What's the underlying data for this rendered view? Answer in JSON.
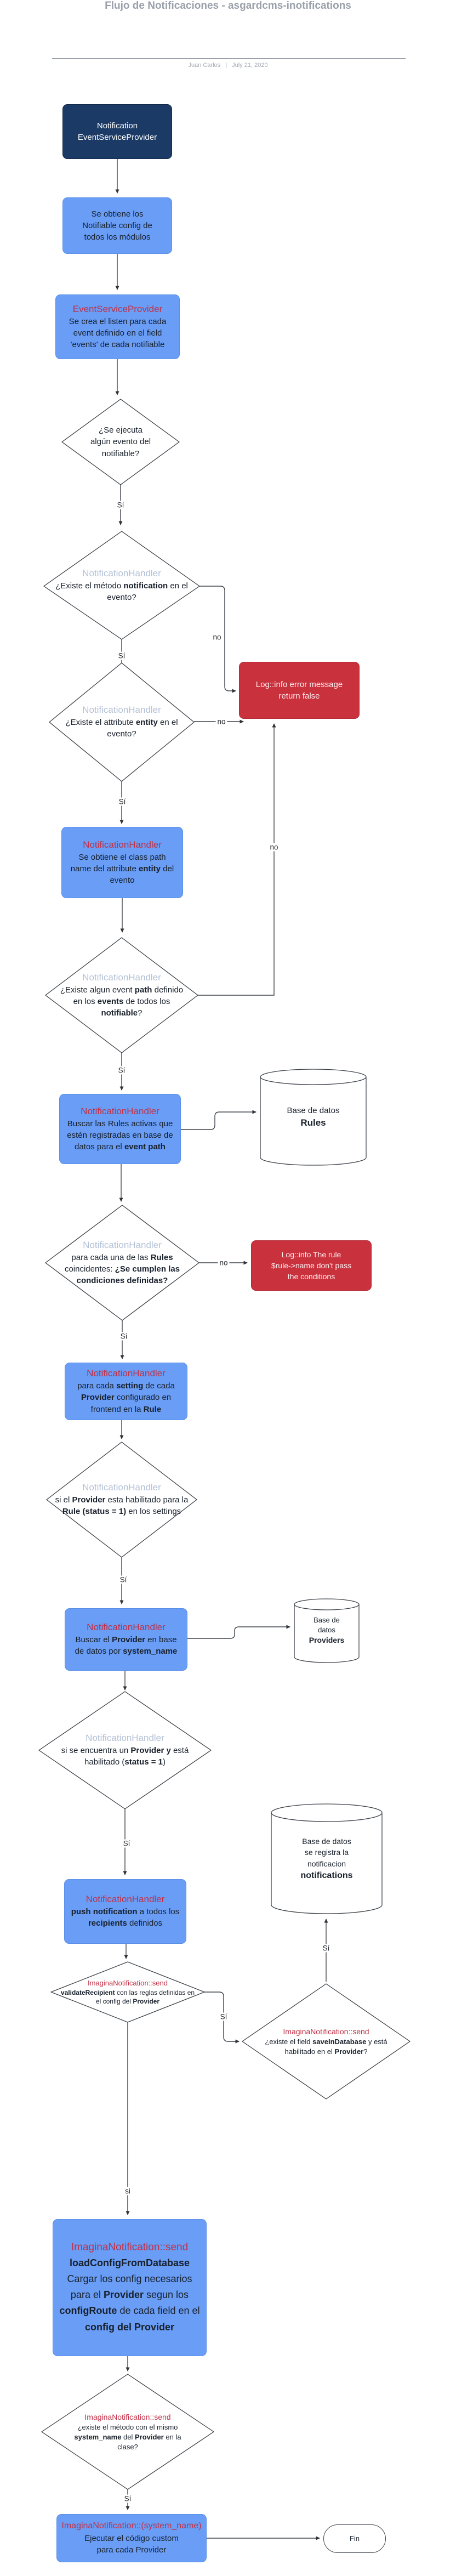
{
  "header": {
    "title": "Flujo de Notificaciones - asgardcms-inotifications",
    "author": "Juan Carlos",
    "separator": "|",
    "date": "July 21, 2020"
  },
  "labels": {
    "yes": "Sí",
    "yes_lower": "si",
    "no": "no"
  },
  "colors": {
    "node_blue": "#699df6",
    "node_dark_blue": "#1b3a66",
    "node_red": "#c9313d",
    "title_red_text": "#c13046",
    "title_grey_text": "#b3c1d6",
    "line": "#3f444a"
  },
  "nodes": {
    "start": {
      "l1": "Notification",
      "l2": "EventServiceProvider"
    },
    "obtain": {
      "l1": "Se obtiene los",
      "l2": "Notifiable config de",
      "l3": "todos los módulos"
    },
    "esp": {
      "title": "EventServiceProvider",
      "l1": "Se crea el listen para cada",
      "l2": "event definido en el field",
      "l3": "'events'  de cada notifiable"
    },
    "d_event": {
      "l1": "¿Se ejecuta",
      "l2": "algún evento del",
      "l3": "notifiable?"
    },
    "d_method": {
      "title": "NotificationHandler",
      "a": "¿Existe el método ",
      "b": "notification",
      "c": " en el evento?"
    },
    "log_error": {
      "l1": "Log::info error message",
      "l2": "return false"
    },
    "d_entity": {
      "title": "NotificationHandler",
      "a": "¿Existe el attribute ",
      "b": "entity",
      "c": " en el evento?"
    },
    "classpath": {
      "title": "NotificationHandler",
      "a": "Se obtiene el class path name del attribute ",
      "b": "entity",
      "c": " del evento"
    },
    "d_path": {
      "title": "NotificationHandler",
      "a": "¿Existe algun event ",
      "b": "path",
      "c": " definido en los ",
      "d": "events",
      "e": " de todos los ",
      "f": "notifiable",
      "g": "?"
    },
    "find_rules": {
      "title": "NotificationHandler",
      "a": "Buscar las Rules activas que estén registradas en base de datos para el ",
      "b": "event path"
    },
    "db_rules": {
      "l1": "Base de datos",
      "l2": "Rules"
    },
    "d_conditions": {
      "title": "NotificationHandler",
      "a": "para cada una de las ",
      "b": "Rules",
      "c": " coincidentes: ",
      "d": "¿Se cumplen las condiciones definidas?"
    },
    "log_rule": {
      "l1": "Log::info The rule",
      "l2": "$rule->name don't pass",
      "l3": "the conditions"
    },
    "settings": {
      "title": "NotificationHandler",
      "a": "para cada ",
      "b": "setting",
      "c": " de cada ",
      "d": "Provider",
      "e": " configurado en frontend en la ",
      "f": "Rule"
    },
    "d_enabled": {
      "title": "NotificationHandler",
      "a": "si el ",
      "b": "Provider",
      "c": " esta habilitado para la ",
      "d": "Rule (status = 1)",
      "e": " en los settings"
    },
    "find_provider": {
      "title": "NotificationHandler",
      "a": "Buscar el ",
      "b": "Provider",
      "c": " en base de datos por ",
      "d": "system_name"
    },
    "db_providers": {
      "l1": "Base de",
      "l2": "datos",
      "l3": "Providers"
    },
    "d_found": {
      "title": "NotificationHandler",
      "a": "si se encuentra un ",
      "b": "Provider y",
      "c": " está habilitado  (",
      "d": "status = 1",
      "e": ")"
    },
    "push": {
      "title": "NotificationHandler",
      "a": "push notification",
      "b": " a todos los ",
      "c": "recipients",
      "d": " definidos"
    },
    "db_notifications": {
      "l1": "Base de datos",
      "l2": "se registra la",
      "l3": "notificacion",
      "l4": "notifications"
    },
    "d_validate": {
      "title": "ImaginaNotification::send",
      "a": "validateRecipient",
      "b": " con las reglas definidas en el config del ",
      "c": "Provider"
    },
    "d_save": {
      "title": "ImaginaNotification::send",
      "a": "¿existe el field ",
      "b": "saveInDatabase",
      "c": " y está habilitado en el ",
      "d": "Provider",
      "e": "?"
    },
    "load_config": {
      "title": "ImaginaNotification::send",
      "a": "loadConfigFromDatabase",
      "b": "Cargar los config necesarios para el ",
      "c": "Provider",
      "d": " segun los ",
      "e": "configRoute",
      "f": " de cada field en el ",
      "g": "config del Provider"
    },
    "d_custom": {
      "title": "ImaginaNotification::send",
      "a": "¿existe el método con el mismo ",
      "b": "system_name",
      "c": " del ",
      "d": "Provider",
      "e": " en la clase?"
    },
    "execute": {
      "title": "ImaginaNotification::(system_name)",
      "l1": "Ejecutar el código custom",
      "l2": "para cada Provider"
    },
    "fin": {
      "label": "Fin"
    }
  }
}
